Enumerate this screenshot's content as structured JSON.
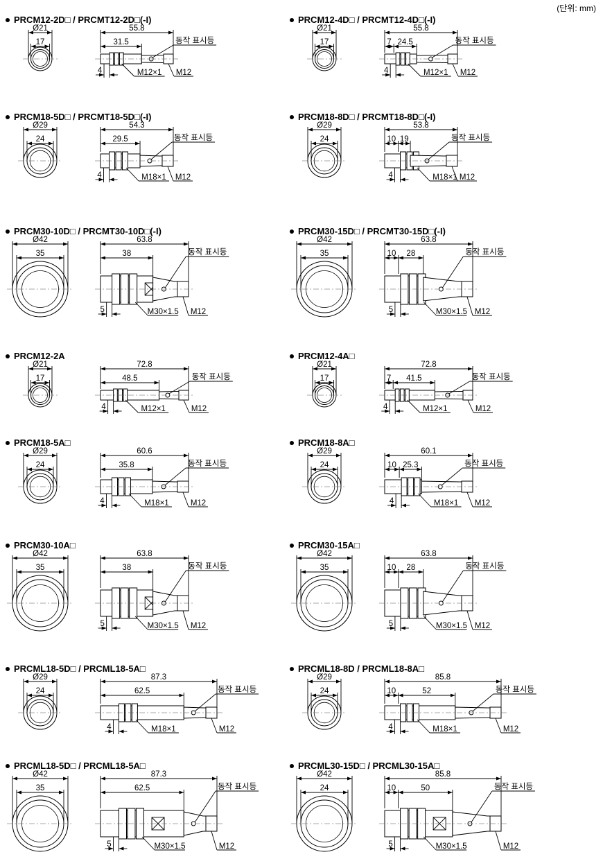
{
  "unit_label": "(단위: mm)",
  "indicator_label": "동작 표시등",
  "colors": {
    "line": "#000000",
    "center": "#555555",
    "fill": "#ffffff"
  },
  "drawings": [
    {
      "id": "prcm12-2d",
      "title": "PRCM12-2D□ / PRCMT12-2D□(-I)",
      "diameter": "Ø21",
      "hex": "17",
      "length": "55.8",
      "body": "31.5",
      "front": "",
      "gap": "4",
      "thread": "M12×1",
      "connector": "M12",
      "size": "m12",
      "body_mm": 31.5,
      "total_mm": 55.8,
      "front_mm": 0
    },
    {
      "id": "prcm12-4d",
      "title": "PRCM12-4D□ / PRCMT12-4D□(-I)",
      "diameter": "Ø21",
      "hex": "17",
      "length": "55.8",
      "body": "24.5",
      "front": "7",
      "gap": "4",
      "thread": "M12×1",
      "connector": "M12",
      "size": "m12",
      "body_mm": 24.5,
      "total_mm": 55.8,
      "front_mm": 7
    },
    {
      "id": "prcm18-5d",
      "title": "PRCM18-5D□ / PRCMT18-5D□(-I)",
      "diameter": "Ø29",
      "hex": "24",
      "length": "54.3",
      "body": "29.5",
      "front": "",
      "gap": "4",
      "thread": "M18×1",
      "connector": "M12",
      "size": "m18",
      "body_mm": 29.5,
      "total_mm": 54.3,
      "front_mm": 0
    },
    {
      "id": "prcm18-8d",
      "title": "PRCM18-8D□ / PRCMT18-8D□(-I)",
      "diameter": "Ø29",
      "hex": "24",
      "length": "53.8",
      "body": "19",
      "front": "10",
      "gap": "4",
      "thread": "M18×1",
      "connector": "M12",
      "size": "m18",
      "body_mm": 19,
      "total_mm": 53.8,
      "front_mm": 10
    },
    {
      "id": "prcm30-10d",
      "title": "PRCM30-10D□ / PRCMT30-10D□(-I)",
      "diameter": "Ø42",
      "hex": "35",
      "length": "63.8",
      "body": "38",
      "front": "",
      "gap": "5",
      "thread": "M30×1.5",
      "connector": "M12",
      "size": "m30",
      "body_mm": 38,
      "total_mm": 63.8,
      "front_mm": 0
    },
    {
      "id": "prcm30-15d",
      "title": "PRCM30-15D□ / PRCMT30-15D□(-I)",
      "diameter": "Ø42",
      "hex": "35",
      "length": "63.8",
      "body": "28",
      "front": "10",
      "gap": "5",
      "thread": "M30×1.5",
      "connector": "M12",
      "size": "m30",
      "body_mm": 28,
      "total_mm": 63.8,
      "front_mm": 10
    },
    {
      "id": "prcm12-2a",
      "title": "PRCM12-2A",
      "diameter": "Ø21",
      "hex": "17",
      "length": "72.8",
      "body": "48.5",
      "front": "",
      "gap": "4",
      "thread": "M12×1",
      "connector": "M12",
      "size": "m12",
      "body_mm": 48.5,
      "total_mm": 72.8,
      "front_mm": 0
    },
    {
      "id": "prcm12-4a",
      "title": "PRCM12-4A□",
      "diameter": "Ø21",
      "hex": "17",
      "length": "72.8",
      "body": "41.5",
      "front": "7",
      "gap": "4",
      "thread": "M12×1",
      "connector": "M12",
      "size": "m12",
      "body_mm": 41.5,
      "total_mm": 72.8,
      "front_mm": 7
    },
    {
      "id": "prcm18-5a",
      "title": "PRCM18-5A□",
      "diameter": "Ø29",
      "hex": "24",
      "length": "60.6",
      "body": "35.8",
      "front": "",
      "gap": "4",
      "thread": "M18×1",
      "connector": "M12",
      "size": "m18",
      "body_mm": 35.8,
      "total_mm": 60.6,
      "front_mm": 0
    },
    {
      "id": "prcm18-8a",
      "title": "PRCM18-8A□",
      "diameter": "Ø29",
      "hex": "24",
      "length": "60.1",
      "body": "25.3",
      "front": "10",
      "gap": "4",
      "thread": "M18×1",
      "connector": "M12",
      "size": "m18",
      "body_mm": 25.3,
      "total_mm": 60.1,
      "front_mm": 10
    },
    {
      "id": "prcm30-10a",
      "title": "PRCM30-10A□",
      "diameter": "Ø42",
      "hex": "35",
      "length": "63.8",
      "body": "38",
      "front": "",
      "gap": "5",
      "thread": "M30×1.5",
      "connector": "M12",
      "size": "m30",
      "body_mm": 38,
      "total_mm": 63.8,
      "front_mm": 0
    },
    {
      "id": "prcm30-15a",
      "title": "PRCM30-15A□",
      "diameter": "Ø42",
      "hex": "35",
      "length": "63.8",
      "body": "28",
      "front": "10",
      "gap": "5",
      "thread": "M30×1.5",
      "connector": "M12",
      "size": "m30",
      "body_mm": 28,
      "total_mm": 63.8,
      "front_mm": 10
    },
    {
      "id": "prcml18-5d",
      "title": "PRCML18-5D□ / PRCML18-5A□",
      "diameter": "Ø29",
      "hex": "24",
      "length": "87.3",
      "body": "62.5",
      "front": "",
      "gap": "4",
      "thread": "M18×1",
      "connector": "M12",
      "size": "m18",
      "body_mm": 62.5,
      "total_mm": 87.3,
      "front_mm": 0
    },
    {
      "id": "prcml18-8d",
      "title": "PRCML18-8D   / PRCML18-8A□",
      "diameter": "Ø29",
      "hex": "24",
      "length": "85.8",
      "body": "52",
      "front": "10",
      "gap": "4",
      "thread": "M18×1",
      "connector": "M12",
      "size": "m18",
      "body_mm": 52,
      "total_mm": 85.8,
      "front_mm": 10
    },
    {
      "id": "prcml30-10d",
      "title": "PRCML18-5D□ / PRCML18-5A□",
      "diameter": "Ø42",
      "hex": "35",
      "length": "87.3",
      "body": "62.5",
      "front": "",
      "gap": "5",
      "thread": "M30×1.5",
      "connector": "M12",
      "size": "m30",
      "body_mm": 62.5,
      "total_mm": 87.3,
      "front_mm": 0
    },
    {
      "id": "prcml30-15d",
      "title": "PRCML30-15D□ / PRCML30-15A□",
      "diameter": "Ø42",
      "hex": "24",
      "length": "85.8",
      "body": "50",
      "front": "10",
      "gap": "5",
      "thread": "M30×1.5",
      "connector": "M12",
      "size": "m30",
      "body_mm": 50,
      "total_mm": 85.8,
      "front_mm": 10
    }
  ]
}
